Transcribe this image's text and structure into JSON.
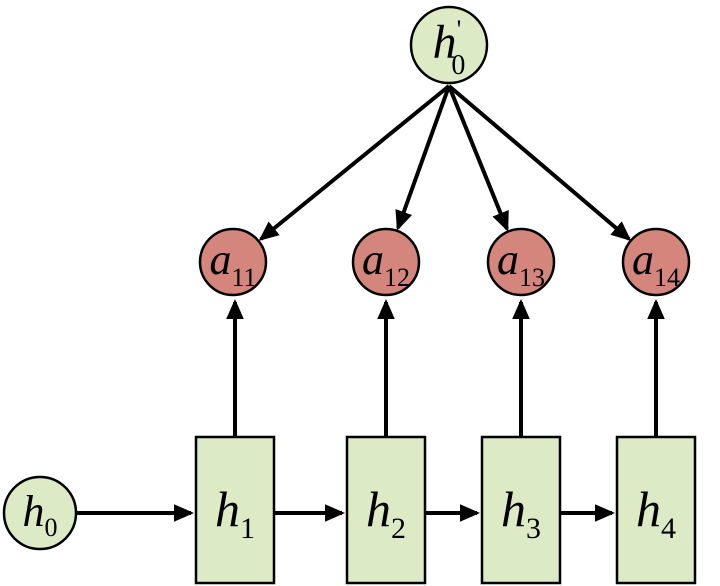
{
  "diagram": {
    "title": "attention-weights-diagram",
    "colors": {
      "green": "#dcebc6",
      "red": "#d5867c",
      "stroke": "#000000",
      "background": "#ffffff"
    },
    "nodes": {
      "context": {
        "base": "h",
        "prime": "'",
        "sub": "0"
      },
      "attention": [
        {
          "base": "a",
          "sub": "11"
        },
        {
          "base": "a",
          "sub": "12"
        },
        {
          "base": "a",
          "sub": "13"
        },
        {
          "base": "a",
          "sub": "14"
        }
      ],
      "initial": {
        "base": "h",
        "sub": "0"
      },
      "hidden": [
        {
          "base": "h",
          "sub": "1"
        },
        {
          "base": "h",
          "sub": "2"
        },
        {
          "base": "h",
          "sub": "3"
        },
        {
          "base": "h",
          "sub": "4"
        }
      ]
    },
    "edges": {
      "context_to_attention": [
        "h'0->a11",
        "h'0->a12",
        "h'0->a13",
        "h'0->a14"
      ],
      "hidden_to_attention": [
        "h1->a11",
        "h2->a12",
        "h3->a13",
        "h4->a14"
      ],
      "chain": [
        "h0->h1",
        "h1->h2",
        "h2->h3",
        "h3->h4"
      ]
    }
  }
}
